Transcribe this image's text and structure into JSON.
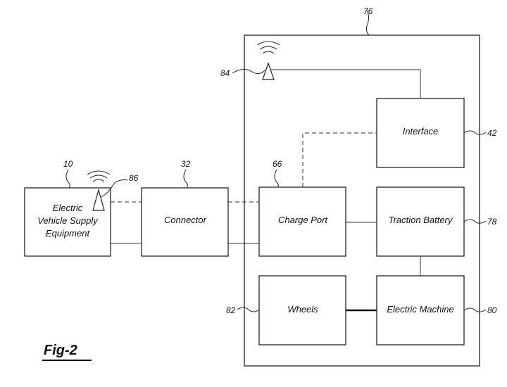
{
  "diagram": {
    "figure_label": "Fig-2",
    "blocks": {
      "evse": {
        "lines": [
          "Electric",
          "Vehicle Supply",
          "Equipment"
        ],
        "ref": "10"
      },
      "connector": {
        "label": "Connector",
        "ref": "32"
      },
      "charge_port": {
        "label": "Charge Port",
        "ref": "66"
      },
      "interface": {
        "label": "Interface",
        "ref": "42"
      },
      "traction_battery": {
        "label": "Traction Battery",
        "ref": "78"
      },
      "wheels": {
        "label": "Wheels",
        "ref": "82"
      },
      "electric_machine": {
        "label": "Electric Machine",
        "ref": "80"
      }
    },
    "vehicle_ref": "76",
    "vehicle_antenna_ref": "84",
    "evse_antenna_ref": "86"
  }
}
